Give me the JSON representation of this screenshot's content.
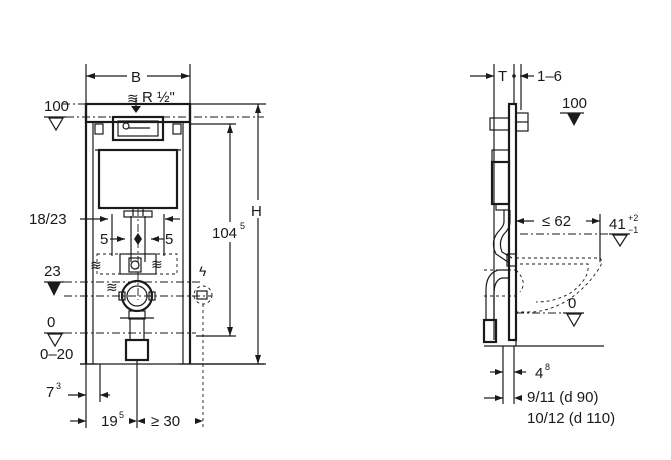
{
  "front": {
    "width_label": "B",
    "connection_label": "R ½\"",
    "ref_level": "100",
    "height_label": "H",
    "height_value": "104",
    "height_value_sup": "5",
    "flush_pipe_label": "18/23",
    "offset_left": "5",
    "offset_right": "5",
    "outlet_level": "23",
    "floor_level": "0",
    "floor_range": "0–20",
    "left_dim": "7",
    "left_dim_sup": "3",
    "center_dim": "19",
    "center_dim_sup": "5",
    "min_dim": "≥ 30"
  },
  "side": {
    "depth_label": "T",
    "gap_label": "1–6",
    "ref_level": "100",
    "projection_label": "≤ 62",
    "bowl_height": "41",
    "bowl_tol_plus": "+2",
    "bowl_tol_minus": "−1",
    "floor_level": "0",
    "bottom_dim": "4",
    "bottom_dim_sup": "8",
    "pipe_label_1": "9/11 (d 90)",
    "pipe_label_2": "10/12 (d 110)"
  }
}
